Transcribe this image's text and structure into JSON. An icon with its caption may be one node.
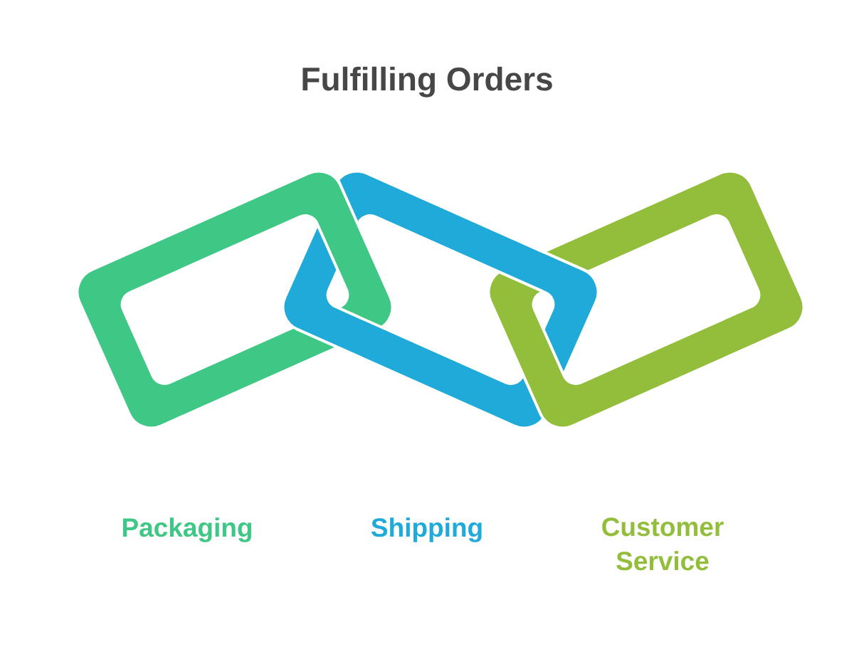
{
  "diagram": {
    "title": "Fulfilling Orders",
    "nodes": [
      {
        "text": [],
        "shape": "link",
        "beside": [
          "Packaging"
        ]
      },
      {
        "text": [],
        "shape": "link",
        "beside": [
          "Shipping"
        ]
      },
      {
        "text": [],
        "shape": "link",
        "beside": [
          "Customer Service"
        ]
      }
    ]
  }
}
